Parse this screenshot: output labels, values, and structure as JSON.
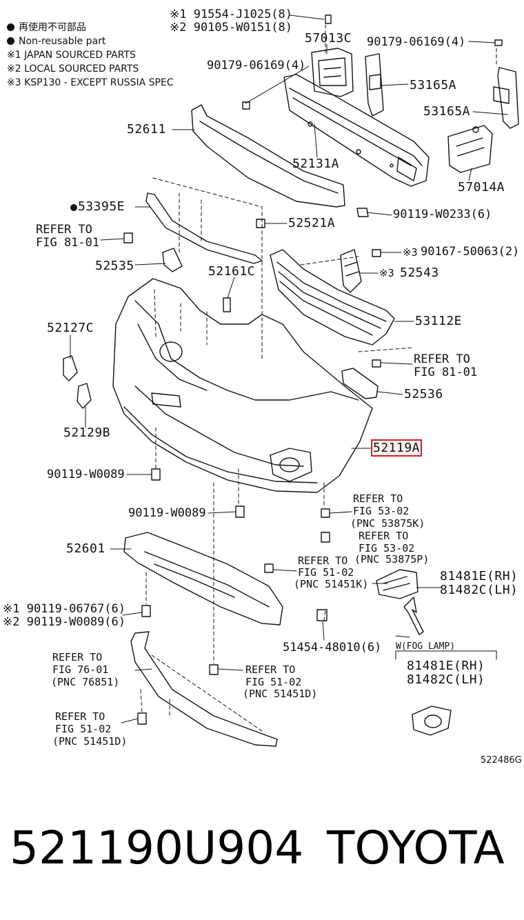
{
  "legend": {
    "non_reusable_jp": "再使用不可部品",
    "non_reusable_en": "Non-reusable part",
    "note1": "※1 JAPAN SOURCED PARTS",
    "note2": "※2 LOCAL SOURCED PARTS",
    "note3": "※3 KSP130 - EXCEPT RUSSIA SPEC"
  },
  "labels": {
    "top_bolt_1": "※1 91554-J1025(8)",
    "top_bolt_2": "※2 90105-W0151(8)",
    "p57013C": "57013C",
    "p90179_right": "90179-06169(4)",
    "p90179_left": "90179-06169(4)",
    "p53165A_1": "53165A",
    "p53165A_2": "53165A",
    "p52611": "52611",
    "p52131A": "52131A",
    "p57014A": "57014A",
    "p53395E": "53395E",
    "p90119_W0233": "90119-W0233(6)",
    "refer_81_01_a_1": "REFER TO",
    "refer_81_01_a_2": "FIG 81-01",
    "p52521A": "52521A",
    "p90167": "90167-50063(2)",
    "p52535": "52535",
    "p52161C": "52161C",
    "p52543": "52543",
    "p52543_mark": "※3",
    "p90167_mark": "※3",
    "p53112E": "53112E",
    "p52127C": "52127C",
    "refer_81_01_b_1": "REFER TO",
    "refer_81_01_b_2": "FIG 81-01",
    "p52536": "52536",
    "p52129B": "52129B",
    "p52119A": "52119A",
    "p90119_W0089_a": "90119-W0089",
    "p90119_W0089_b": "90119-W0089",
    "refer_53_02_k_1": "REFER TO",
    "refer_53_02_k_2": "FIG 53-02",
    "refer_53_02_k_3": "(PNC 53875K)",
    "refer_53_02_p_1": "REFER TO",
    "refer_53_02_p_2": "FIG 53-02",
    "refer_53_02_p_3": "(PNC 53875P)",
    "p52601": "52601",
    "refer_51_02_k_1": "REFER TO",
    "refer_51_02_k_2": "FIG 51-02",
    "refer_51_02_k_3": "(PNC 51451K)",
    "p81481E": "81481E(RH)",
    "p81482C": "81482C(LH)",
    "p90119_06767": "※1 90119-06767(6)",
    "p90119_W0089_6": "※2 90119-W0089(6)",
    "p51454": "51454-48010(6)",
    "fog_lamp": "W(FOG LAMP)",
    "p81481E_b": "81481E(RH)",
    "p81482C_b": "81482C(LH)",
    "refer_76_01_1": "REFER TO",
    "refer_76_01_2": "FIG 76-01",
    "refer_76_01_3": "(PNC 76851)",
    "refer_51_02_d_1": "REFER TO",
    "refer_51_02_d_2": "FIG 51-02",
    "refer_51_02_d_3": "(PNC 51451D)",
    "refer_51_02_d2_1": "REFER TO",
    "refer_51_02_d2_2": "FIG 51-02",
    "refer_51_02_d2_3": "(PNC 51451D)"
  },
  "diagram_code": "522486G",
  "footer": {
    "part_number": "521190U904",
    "brand": "TOYOTA"
  },
  "colors": {
    "line": "#111111",
    "highlight": "#d41e1e"
  }
}
